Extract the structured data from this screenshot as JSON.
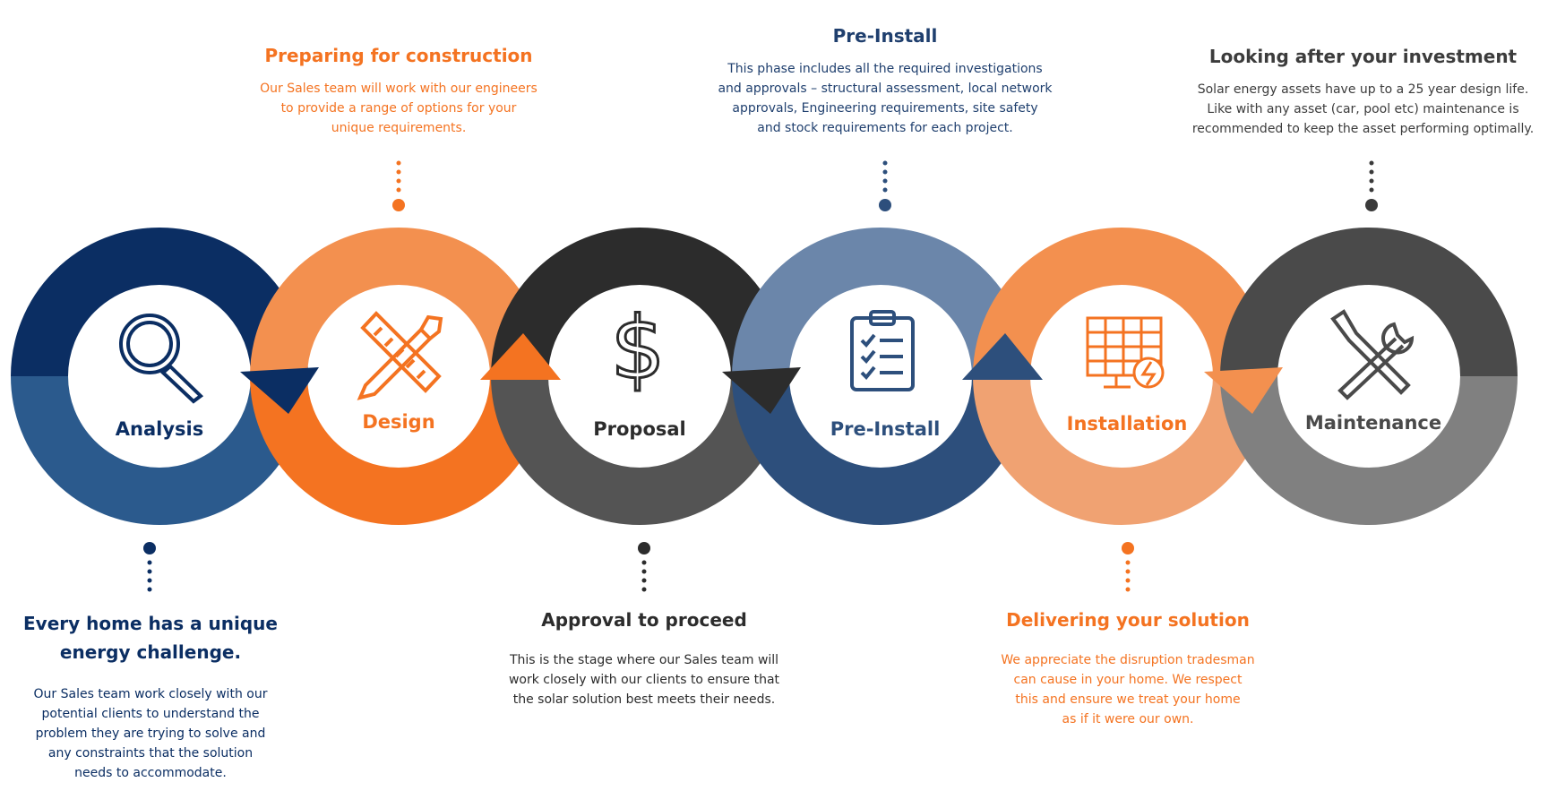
{
  "colors": {
    "navy": "#0b2e63",
    "navy_light": "#2b5a8d",
    "orange": "#f47321",
    "orange_soft": "#f3904f",
    "dark": "#2c2c2c",
    "dark_mid": "#545454",
    "steel": "#6b86aa",
    "steel_dark": "#2d4f7c",
    "peach": "#f0a272",
    "gray": "#4a4a4a",
    "gray_light": "#808080"
  },
  "stages": [
    {
      "label": "Analysis",
      "icon": "magnifier-icon"
    },
    {
      "label": "Design",
      "icon": "ruler-pencil-icon"
    },
    {
      "label": "Proposal",
      "icon": "dollar-icon"
    },
    {
      "label": "Pre-Install",
      "icon": "clipboard-checklist-icon"
    },
    {
      "label": "Installation",
      "icon": "solar-panel-icon"
    },
    {
      "label": "Maintenance",
      "icon": "tools-icon"
    }
  ],
  "callouts": {
    "design": {
      "title": "Preparing for construction",
      "body": [
        "Our Sales team will work with our engineers",
        "to provide a range of options for your",
        "unique requirements."
      ]
    },
    "preinstall": {
      "title": "Pre-Install",
      "body": [
        "This phase includes all the required investigations",
        "and approvals – structural assessment, local network",
        "approvals, Engineering requirements, site safety",
        "and stock requirements for each project."
      ]
    },
    "maintenance": {
      "title": "Looking after your investment",
      "body": [
        "Solar energy assets have up to a 25 year design life.",
        "Like with any asset (car, pool etc) maintenance is",
        "recommended to keep the asset performing optimally."
      ]
    },
    "analysis": {
      "title": [
        "Every home has a unique",
        "energy challenge."
      ],
      "body": [
        "Our Sales team work closely with our",
        "potential clients to understand the",
        "problem they are trying to solve and",
        "any constraints that the solution",
        "needs to accommodate."
      ]
    },
    "proposal": {
      "title": "Approval to proceed",
      "body": [
        "This is the stage where our Sales team will",
        "work closely with our clients to ensure that",
        "the solar solution best meets their needs."
      ]
    },
    "installation": {
      "title": "Delivering your solution",
      "body": [
        "We appreciate the disruption tradesman",
        "can cause in your home. We respect",
        "this and ensure we treat your home",
        "as if it were our own."
      ]
    }
  }
}
